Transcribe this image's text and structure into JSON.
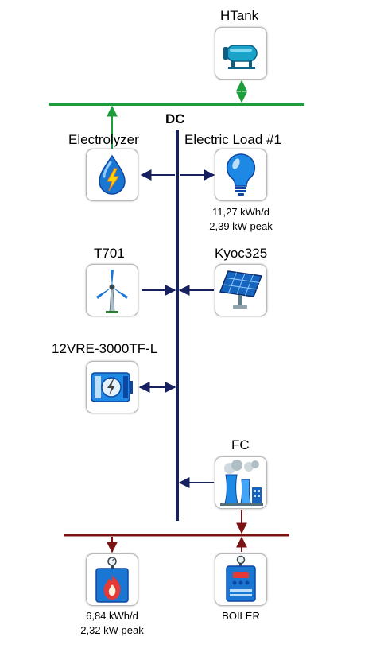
{
  "components": {
    "htank": {
      "label": "HTank",
      "icon": "hydrogen-tank-icon"
    },
    "dc_bus": {
      "label": "DC"
    },
    "electrolyzer": {
      "label": "Electrolyzer",
      "icon": "electrolyzer-icon"
    },
    "electric_load": {
      "label": "Electric Load #1",
      "icon": "light-bulb-icon",
      "line1": "11,27 kWh/d",
      "line2": "2,39 kW peak"
    },
    "t701": {
      "label": "T701",
      "icon": "wind-turbine-icon"
    },
    "kyoc325": {
      "label": "Kyoc325",
      "icon": "solar-panel-icon"
    },
    "battery": {
      "label": "12VRE-3000TF-L",
      "icon": "battery-converter-icon"
    },
    "fc": {
      "label": "FC",
      "icon": "fuel-cell-plant-icon"
    },
    "thermal_load": {
      "icon": "thermal-load-flame-icon",
      "line1": "6,84 kWh/d",
      "line2": "2,32 kW peak"
    },
    "boiler": {
      "label": "BOILER",
      "icon": "boiler-icon"
    }
  },
  "colors": {
    "hydrogen_bus": "#1e9e3a",
    "dc_bus": "#17215f",
    "thermal_bus": "#7a1414",
    "arrow_dc": "#17215f",
    "icon_blue": "#1565c0"
  }
}
